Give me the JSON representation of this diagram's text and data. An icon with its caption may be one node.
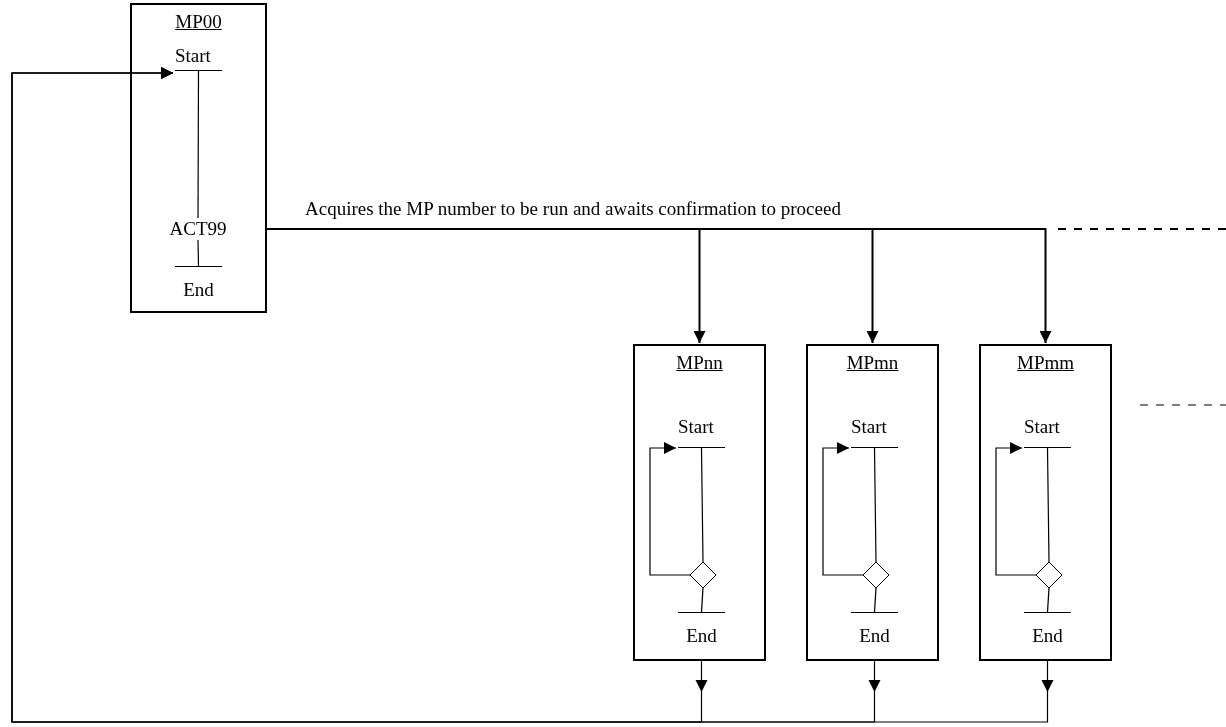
{
  "diagram": {
    "nodes": [
      {
        "text": [
          "MP00"
        ]
      },
      {
        "text": [
          "Start"
        ],
        "in": 0
      },
      {
        "text": [
          "ACT99"
        ],
        "in": 0
      },
      {
        "text": [
          "End"
        ],
        "in": 0
      },
      {
        "text": [
          "MPnn"
        ]
      },
      {
        "text": [
          "Start"
        ],
        "in": 4
      },
      {
        "text": [],
        "shape": "diamond",
        "in": 4
      },
      {
        "text": [
          "End"
        ],
        "in": 4
      },
      {
        "text": [
          "MPmn"
        ]
      },
      {
        "text": [
          "Start"
        ],
        "in": 8
      },
      {
        "text": [],
        "shape": "diamond",
        "in": 8
      },
      {
        "text": [
          "End"
        ],
        "in": 8
      },
      {
        "text": [
          "MPmm"
        ]
      },
      {
        "text": [
          "Start"
        ],
        "in": 12
      },
      {
        "text": [],
        "shape": "diamond",
        "in": 12
      },
      {
        "text": [
          "End"
        ],
        "in": 12
      }
    ],
    "edges": [
      {
        "from": 1,
        "to": 2,
        "arrow": "none"
      },
      {
        "from": 2,
        "to": 3,
        "arrow": "none"
      },
      {
        "from": 2,
        "to": 4,
        "arrow": "to",
        "label": "Acquires the MP number to be run and awaits confirmation to proceed"
      },
      {
        "from": 2,
        "to": 8,
        "arrow": "to"
      },
      {
        "from": 2,
        "to": 12,
        "arrow": "to"
      },
      {
        "from": 5,
        "to": 6,
        "arrow": "none"
      },
      {
        "from": 6,
        "to": 7,
        "arrow": "none"
      },
      {
        "from": 6,
        "to": 5,
        "arrow": "to"
      },
      {
        "from": 9,
        "to": 10,
        "arrow": "none"
      },
      {
        "from": 10,
        "to": 11,
        "arrow": "none"
      },
      {
        "from": 10,
        "to": 9,
        "arrow": "to"
      },
      {
        "from": 13,
        "to": 14,
        "arrow": "none"
      },
      {
        "from": 14,
        "to": 15,
        "arrow": "none"
      },
      {
        "from": 14,
        "to": 13,
        "arrow": "to"
      },
      {
        "from": 7,
        "to": 1,
        "arrow": "to"
      },
      {
        "from": 11,
        "to": 1,
        "arrow": "to"
      },
      {
        "from": 15,
        "to": 1,
        "arrow": "to"
      }
    ]
  }
}
